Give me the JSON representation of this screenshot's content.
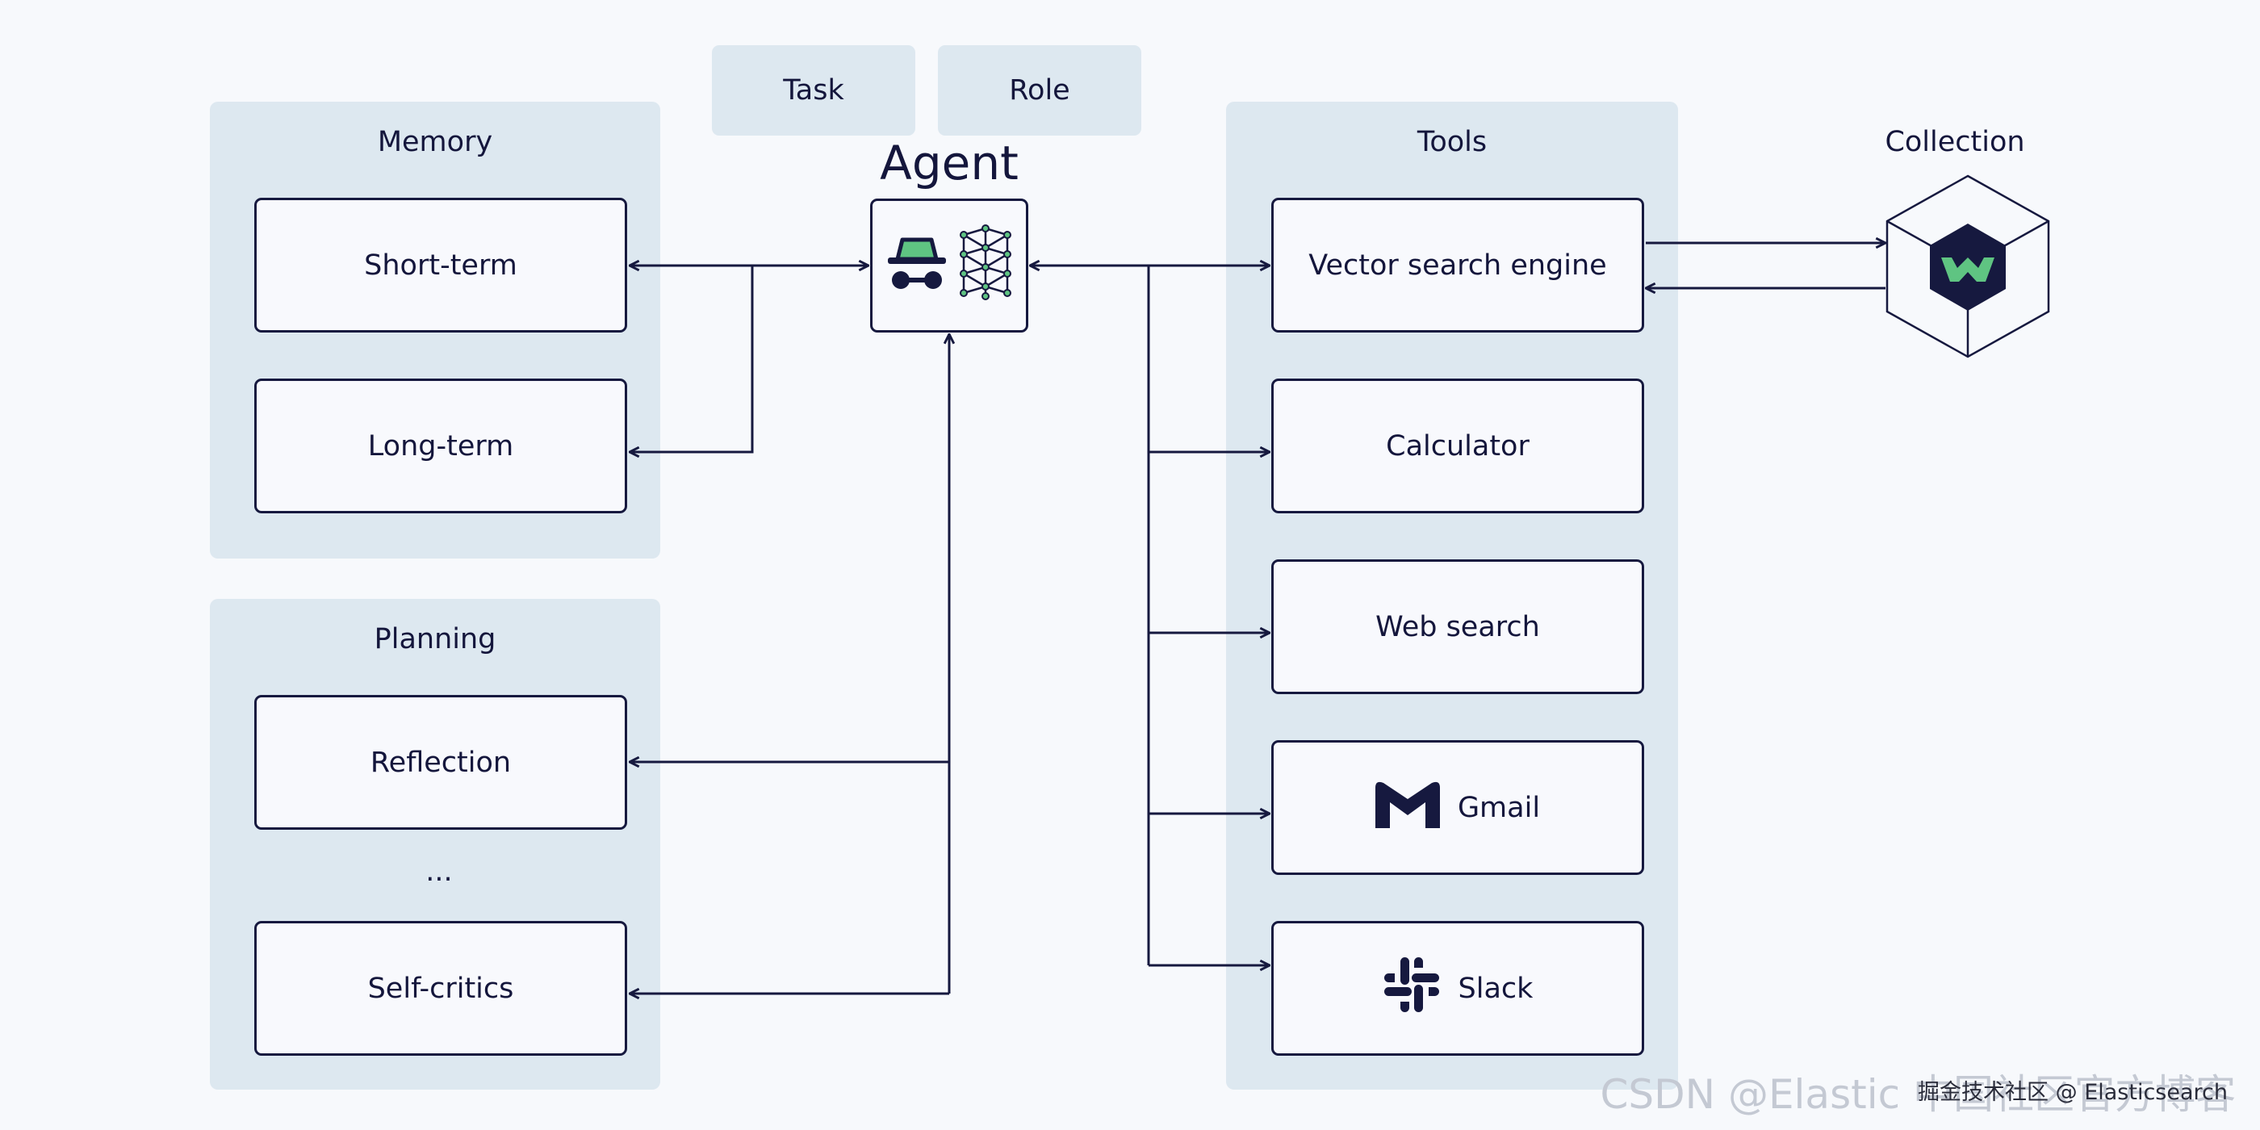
{
  "chips": {
    "task": "Task",
    "role": "Role"
  },
  "agent": {
    "title": "Agent"
  },
  "memory": {
    "title": "Memory",
    "short_term": "Short-term",
    "long_term": "Long-term"
  },
  "planning": {
    "title": "Planning",
    "reflection": "Reflection",
    "ellipsis": "...",
    "self_critics": "Self-critics"
  },
  "tools": {
    "title": "Tools",
    "vector_search": "Vector search engine",
    "calculator": "Calculator",
    "web_search": "Web search",
    "gmail": "Gmail",
    "slack": "Slack"
  },
  "collection": {
    "title": "Collection"
  },
  "watermark": {
    "text": "CSDN @Elastic 中国社区官方博客",
    "inner": "掘金技术社区 @ Elasticsearch"
  },
  "icons": {
    "agent": [
      "spy-icon",
      "neural-network-icon"
    ],
    "gmail": "gmail-icon",
    "slack": "slack-icon",
    "collection": "weaviate-cube-icon"
  },
  "colors": {
    "background": "#f7f9fc",
    "panel": "#dde8f0",
    "ink": "#14163c",
    "accent_green": "#5fc482"
  }
}
